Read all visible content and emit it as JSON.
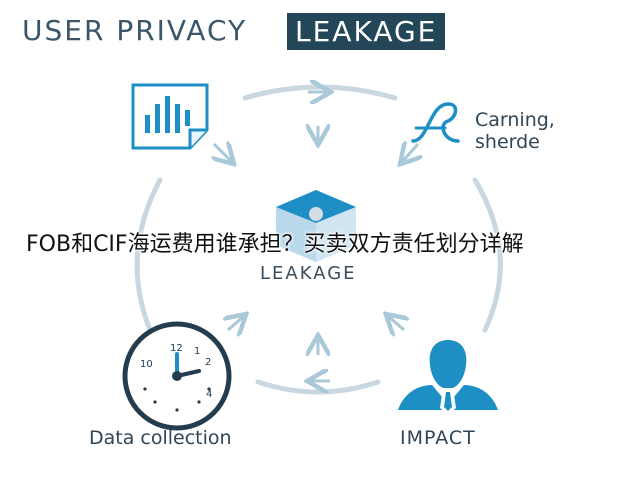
{
  "header": {
    "title_part1": "USER PRIVACY",
    "title_part2": "LEAKAGE"
  },
  "diagram": {
    "center_label": "LEAKAGE",
    "nodes": {
      "top_right_line1": "Carning,",
      "top_right_line2": "sherde",
      "bottom_left": "Data collection",
      "bottom_right": "IMPACT"
    },
    "colors": {
      "accent": "#1e8fc4",
      "arrow": "#a9c8d8",
      "circle": "#c9d7e0",
      "title_box": "#244659"
    },
    "icons": {
      "top_left": "bar-chart-document-icon",
      "top_right": "s-curve-icon",
      "center": "hexagon-icon",
      "bottom_left": "clock-icon",
      "bottom_right": "person-tie-icon"
    },
    "clock_numbers": [
      "12",
      "1",
      "2",
      "10",
      "4"
    ]
  },
  "overlay": {
    "caption": "FOB和CIF海运费用谁承担？买卖双方责任划分详解"
  }
}
